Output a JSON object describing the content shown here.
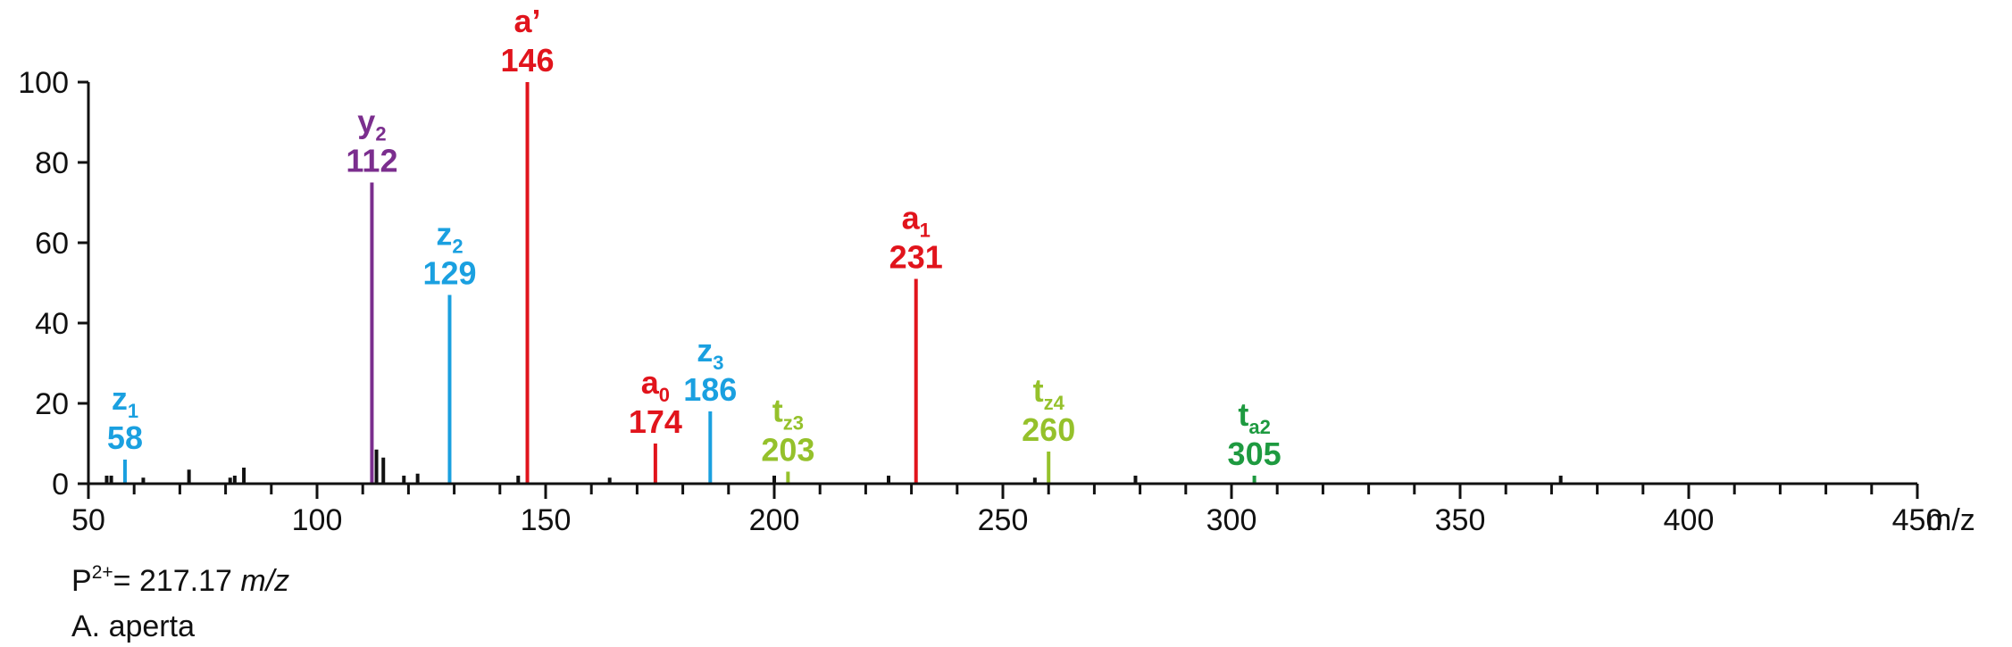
{
  "chart_data": {
    "type": "bar",
    "xlabel": "m/z",
    "ylabel": "",
    "xlim": [
      50,
      450
    ],
    "ylim": [
      0,
      100
    ],
    "xticks": [
      50,
      100,
      150,
      200,
      250,
      300,
      350,
      400,
      450
    ],
    "yticks": [
      0,
      20,
      40,
      60,
      80,
      100
    ],
    "colors": {
      "red": "#e1141c",
      "blue": "#1aa0e0",
      "purple": "#7b2e8e",
      "lime": "#95c12b",
      "green": "#1e9a40",
      "black": "#111111"
    },
    "labeled_peaks": [
      {
        "ion": "z",
        "sub": "1",
        "prime": "",
        "mz": 58,
        "intensity": 6,
        "color": "blue"
      },
      {
        "ion": "y",
        "sub": "2",
        "prime": "",
        "mz": 112,
        "intensity": 75,
        "color": "purple"
      },
      {
        "ion": "z",
        "sub": "2",
        "prime": "",
        "mz": 129,
        "intensity": 47,
        "color": "blue"
      },
      {
        "ion": "a",
        "sub": "",
        "prime": "’",
        "mz": 146,
        "intensity": 100,
        "color": "red"
      },
      {
        "ion": "a",
        "sub": "0",
        "prime": "",
        "mz": 174,
        "intensity": 10,
        "color": "red"
      },
      {
        "ion": "z",
        "sub": "3",
        "prime": "",
        "mz": 186,
        "intensity": 18,
        "color": "blue"
      },
      {
        "ion": "t",
        "sub": "z3",
        "prime": "",
        "mz": 203,
        "intensity": 3,
        "color": "lime"
      },
      {
        "ion": "a",
        "sub": "1",
        "prime": "",
        "mz": 231,
        "intensity": 51,
        "color": "red"
      },
      {
        "ion": "t",
        "sub": "z4",
        "prime": "",
        "mz": 260,
        "intensity": 8,
        "color": "lime"
      },
      {
        "ion": "t",
        "sub": "a2",
        "prime": "",
        "mz": 305,
        "intensity": 2,
        "color": "green"
      }
    ],
    "minor_peaks": [
      {
        "mz": 54,
        "intensity": 2
      },
      {
        "mz": 55,
        "intensity": 2
      },
      {
        "mz": 62,
        "intensity": 1.5
      },
      {
        "mz": 72,
        "intensity": 3.5
      },
      {
        "mz": 81,
        "intensity": 1.5
      },
      {
        "mz": 82,
        "intensity": 2
      },
      {
        "mz": 84,
        "intensity": 4
      },
      {
        "mz": 113,
        "intensity": 8.5
      },
      {
        "mz": 114.5,
        "intensity": 6.5
      },
      {
        "mz": 119,
        "intensity": 2
      },
      {
        "mz": 122,
        "intensity": 2.5
      },
      {
        "mz": 144,
        "intensity": 2
      },
      {
        "mz": 164,
        "intensity": 1.5
      },
      {
        "mz": 200,
        "intensity": 2
      },
      {
        "mz": 225,
        "intensity": 2
      },
      {
        "mz": 257,
        "intensity": 1.5
      },
      {
        "mz": 279,
        "intensity": 2
      },
      {
        "mz": 372,
        "intensity": 2
      }
    ]
  },
  "precursor": {
    "prefix": "P",
    "charge": "2+",
    "value": "= 217.17 ",
    "unit": "m/z"
  },
  "species": "A. aperta"
}
